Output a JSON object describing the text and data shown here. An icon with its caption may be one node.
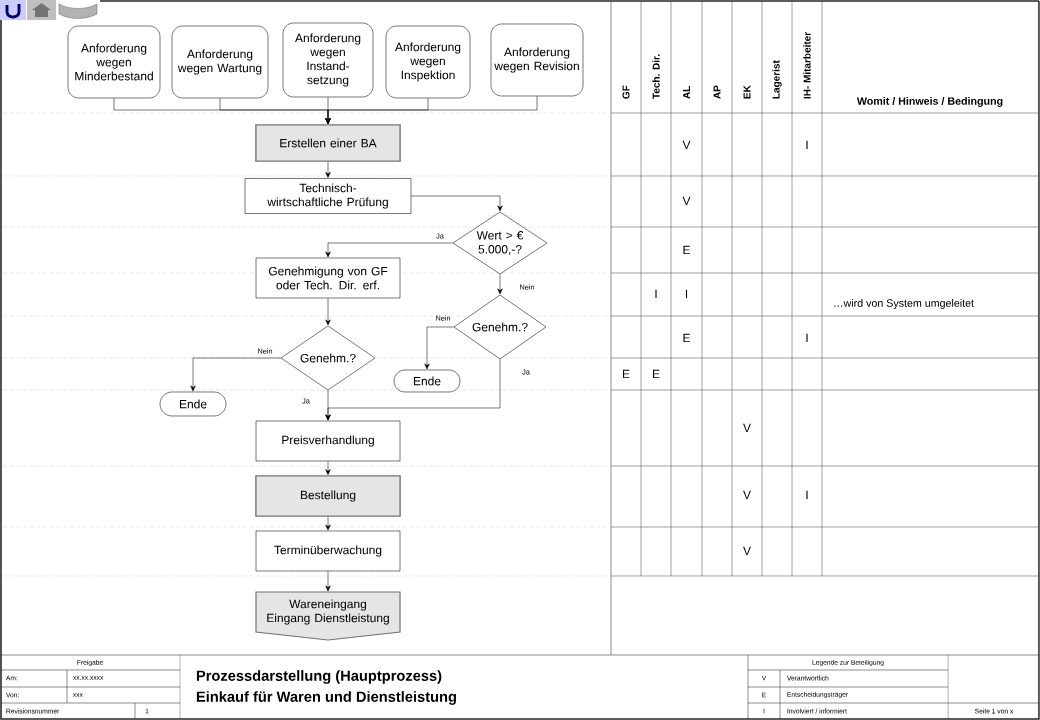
{
  "diagram": {
    "title": "Prozessdarstellung (Hauptprozess)",
    "nodes": [
      {
        "text": [
          "Anforderung wegen Minderbestand"
        ]
      },
      {
        "text": [
          "Anforderung wegen Wartung"
        ]
      },
      {
        "text": [
          "Anforderung wegen Instand- setzung"
        ]
      },
      {
        "text": [
          "Anforderung wegen Inspektion"
        ]
      },
      {
        "text": [
          "Anforderung wegen Revision"
        ]
      },
      {
        "text": [
          "Erstellen einer BA"
        ]
      },
      {
        "text": [
          "Technisch- wirtschaftliche Prüfung"
        ]
      },
      {
        "text": [
          "Wert > € 5.000,-?"
        ]
      },
      {
        "text": [
          "Genehmigung von GF oder Tech. Dir. erf."
        ]
      },
      {
        "text": [
          "Genehm.?"
        ]
      },
      {
        "text": [
          "Ende"
        ]
      },
      {
        "text": [
          "Genehm.?"
        ]
      },
      {
        "text": [
          "Ende"
        ]
      },
      {
        "text": [
          "Preisverhandlung"
        ]
      },
      {
        "text": [
          "Bestellung"
        ]
      },
      {
        "text": [
          "Terminüberwachung"
        ]
      },
      {
        "text": [
          "Wareneingang Eingang Dienstleistung"
        ]
      }
    ],
    "edges": [
      {
        "from": 0,
        "to": 5,
        "arrow": "to"
      },
      {
        "from": 1,
        "to": 5,
        "arrow": "to"
      },
      {
        "from": 2,
        "to": 5,
        "arrow": "to"
      },
      {
        "from": 3,
        "to": 5,
        "arrow": "to"
      },
      {
        "from": 4,
        "to": 5,
        "arrow": "to"
      },
      {
        "from": 5,
        "to": 6,
        "arrow": "to"
      },
      {
        "from": 6,
        "to": 7,
        "arrow": "to"
      },
      {
        "from": 7,
        "to": 8,
        "arrow": "to",
        "label": "Ja"
      },
      {
        "from": 7,
        "to": 9,
        "arrow": "to",
        "label": "Nein"
      },
      {
        "from": 8,
        "to": 11,
        "arrow": "to"
      },
      {
        "from": 9,
        "to": 10,
        "arrow": "to",
        "label": "Nein"
      },
      {
        "from": 9,
        "to": 13,
        "arrow": "to",
        "label": "Ja"
      },
      {
        "from": 11,
        "to": 12,
        "arrow": "to",
        "label": "Nein"
      },
      {
        "from": 11,
        "to": 13,
        "arrow": "to",
        "label": "Ja"
      },
      {
        "from": 13,
        "to": 14,
        "arrow": "to"
      },
      {
        "from": 14,
        "to": 15,
        "arrow": "to"
      },
      {
        "from": 15,
        "to": 16,
        "arrow": "to"
      }
    ],
    "labels": [
      "GF",
      "Tech. Dir.",
      "AL",
      "AP",
      "EK",
      "Lagerist",
      "IH- Mitarbeiter",
      "Womit / Hinweis / Bedingung",
      "V",
      "I",
      "V",
      "E",
      "I",
      "I",
      "…wird von System umgeleitet",
      "E",
      "I",
      "E",
      "E",
      "V",
      "V",
      "I",
      "V",
      "Freigabe",
      "Am:",
      "xx.xx.xxxx",
      "Von:",
      "xxx",
      "Revisionsnummer",
      "1",
      "Einkauf für Waren und Dienstleistung",
      "Legende zur Beteiligung",
      "V",
      "Verantwortlich",
      "E",
      "Entscheidungsträger",
      "I",
      "Involviert / informiert",
      "Seite 1 von x"
    ]
  }
}
